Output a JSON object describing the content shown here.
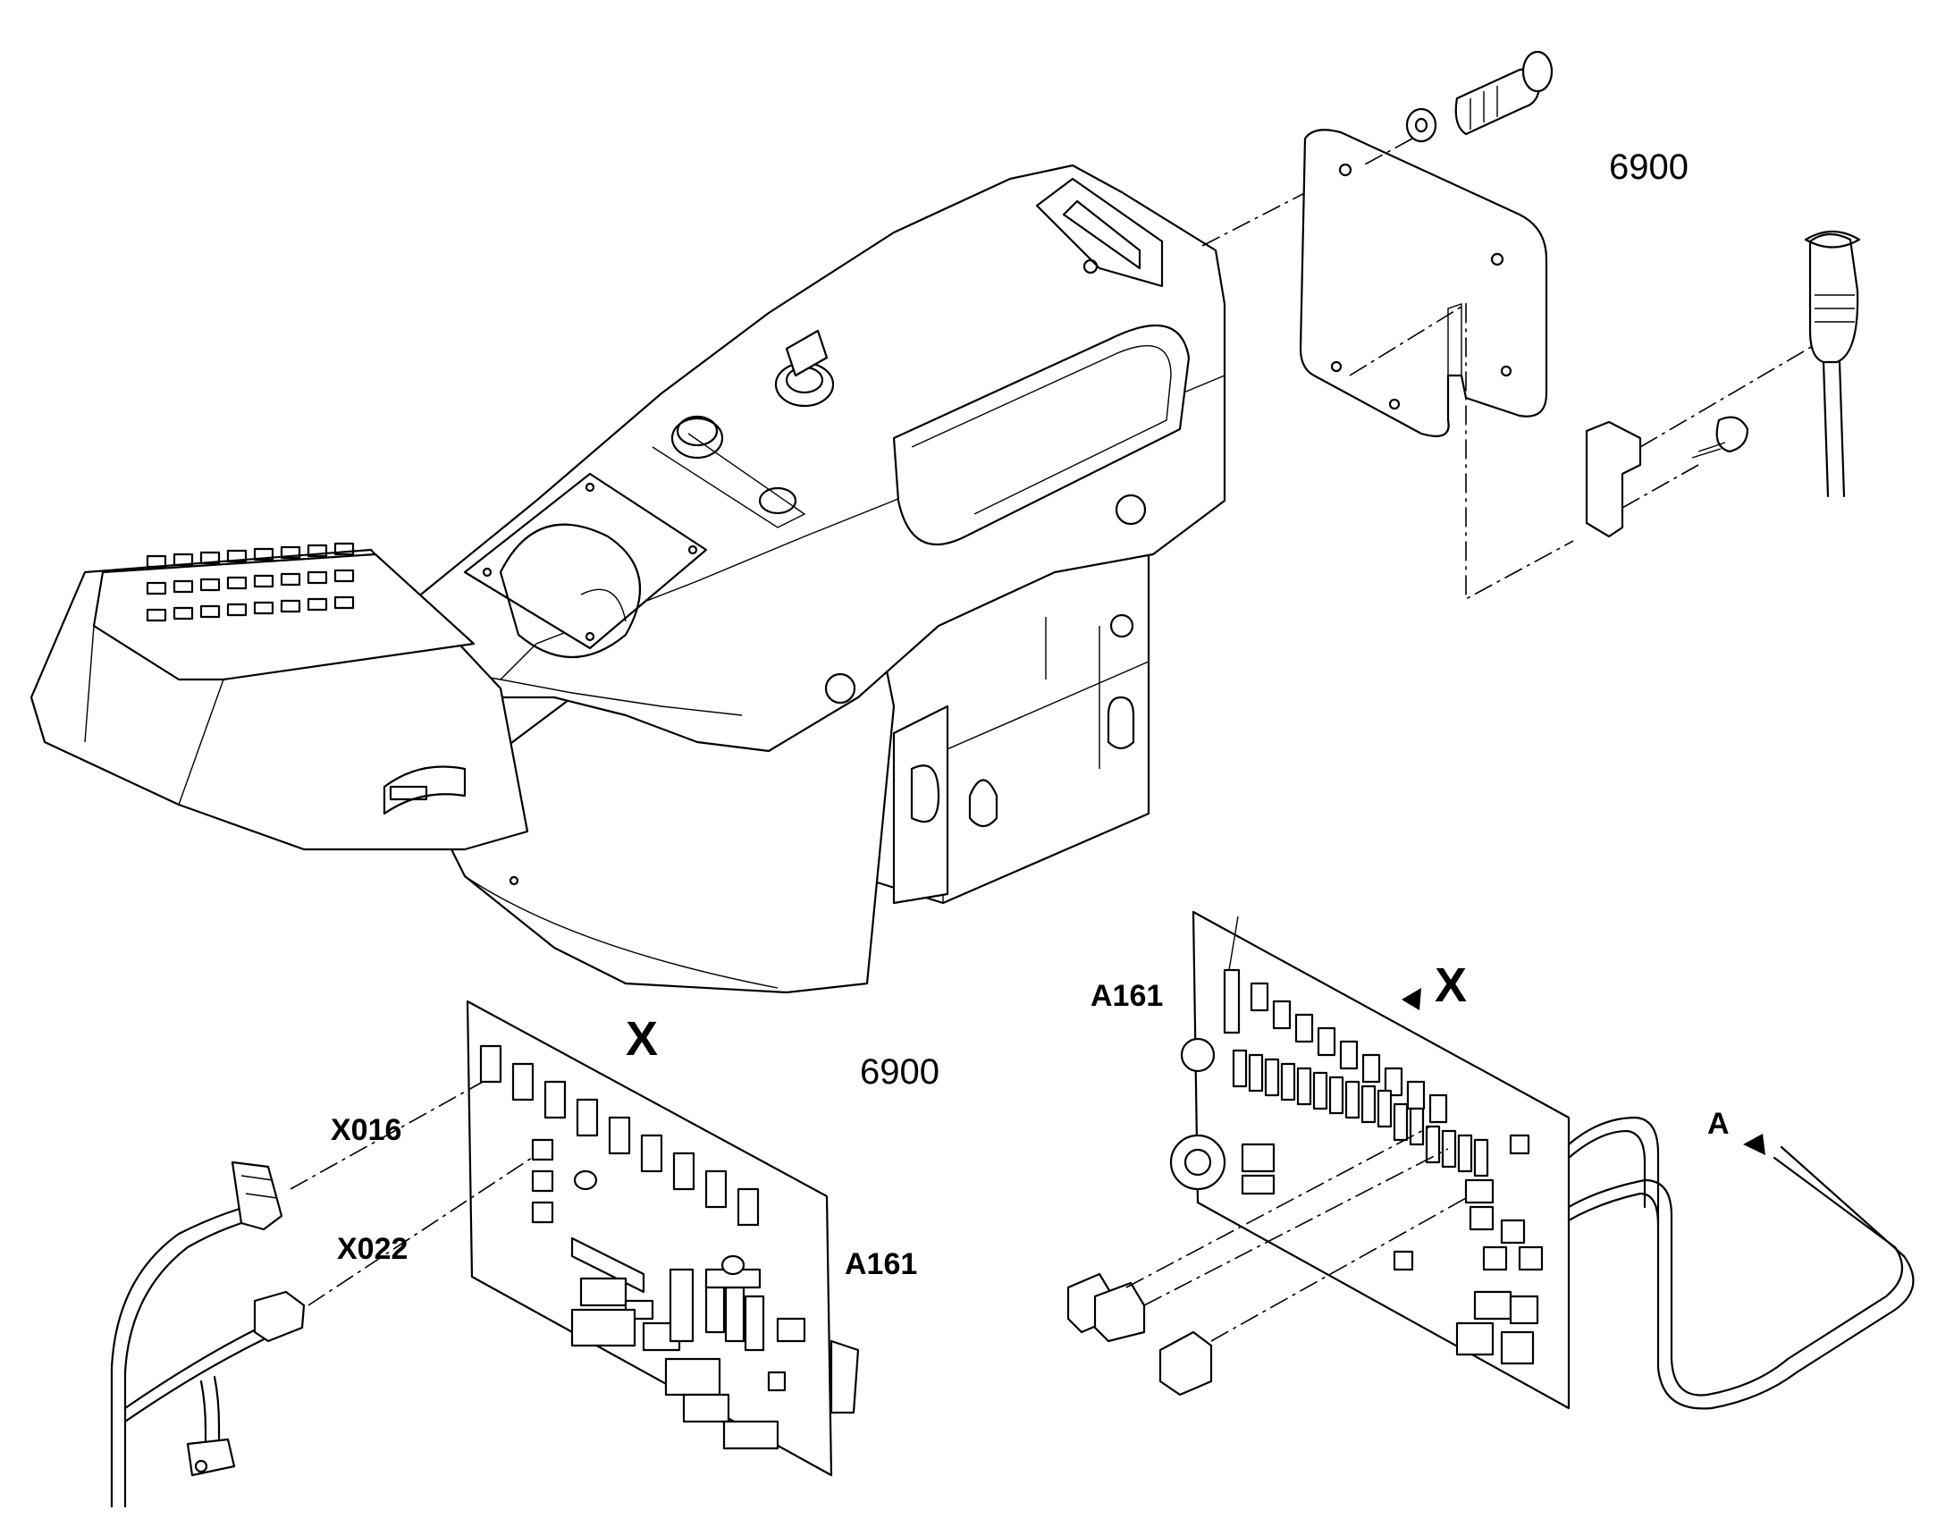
{
  "labels": {
    "part_no_top": "6900",
    "part_no_mid": "6900",
    "detail_mark_left": "X",
    "detail_mark_right": "X",
    "connector_x016": "X016",
    "connector_x022": "X022",
    "board_left": "A161",
    "board_right": "A161",
    "view_a": "A"
  },
  "colors": {
    "line": "#000000",
    "background": "#ffffff"
  }
}
